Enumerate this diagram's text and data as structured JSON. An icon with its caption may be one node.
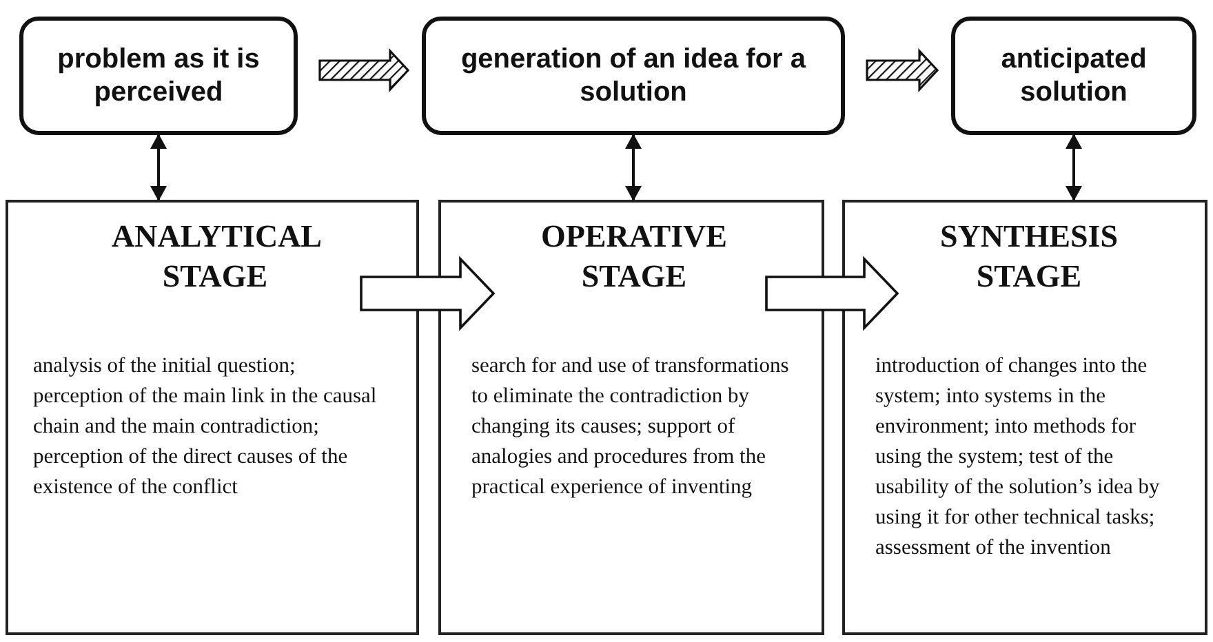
{
  "diagram": {
    "nodes": [
      {
        "text": [
          "problem as it is perceived"
        ]
      },
      {
        "text": [
          "generation of an idea for a solution"
        ]
      },
      {
        "text": [
          "anticipated solution"
        ]
      },
      {
        "text": [
          "ANALYTICAL STAGE",
          "analysis of the initial question;",
          "perception of the main link in the causal chain and the main contradiction;",
          "perception of the direct causes of the existence of the conflict"
        ]
      },
      {
        "text": [
          "OPERATIVE STAGE",
          "search for and use of transformations to eliminate the contradiction by changing its causes; support of analogies and procedures from the practical experience of inventing"
        ]
      },
      {
        "text": [
          "SYNTHESIS STAGE",
          "introduction of changes into the system; into systems in the environment; into methods for using the system; test of the usability of the solution’s idea by using it for other technical tasks; assessment of the invention"
        ]
      }
    ],
    "edges": [
      {
        "from": 0,
        "to": 1,
        "arrow": "to"
      },
      {
        "from": 1,
        "to": 2,
        "arrow": "to"
      },
      {
        "from": 0,
        "to": 3,
        "arrow": "both"
      },
      {
        "from": 1,
        "to": 4,
        "arrow": "both"
      },
      {
        "from": 2,
        "to": 5,
        "arrow": "both"
      },
      {
        "from": 3,
        "to": 4,
        "arrow": "to",
        "style": "thick"
      },
      {
        "from": 4,
        "to": 5,
        "arrow": "to",
        "style": "thick"
      }
    ]
  }
}
